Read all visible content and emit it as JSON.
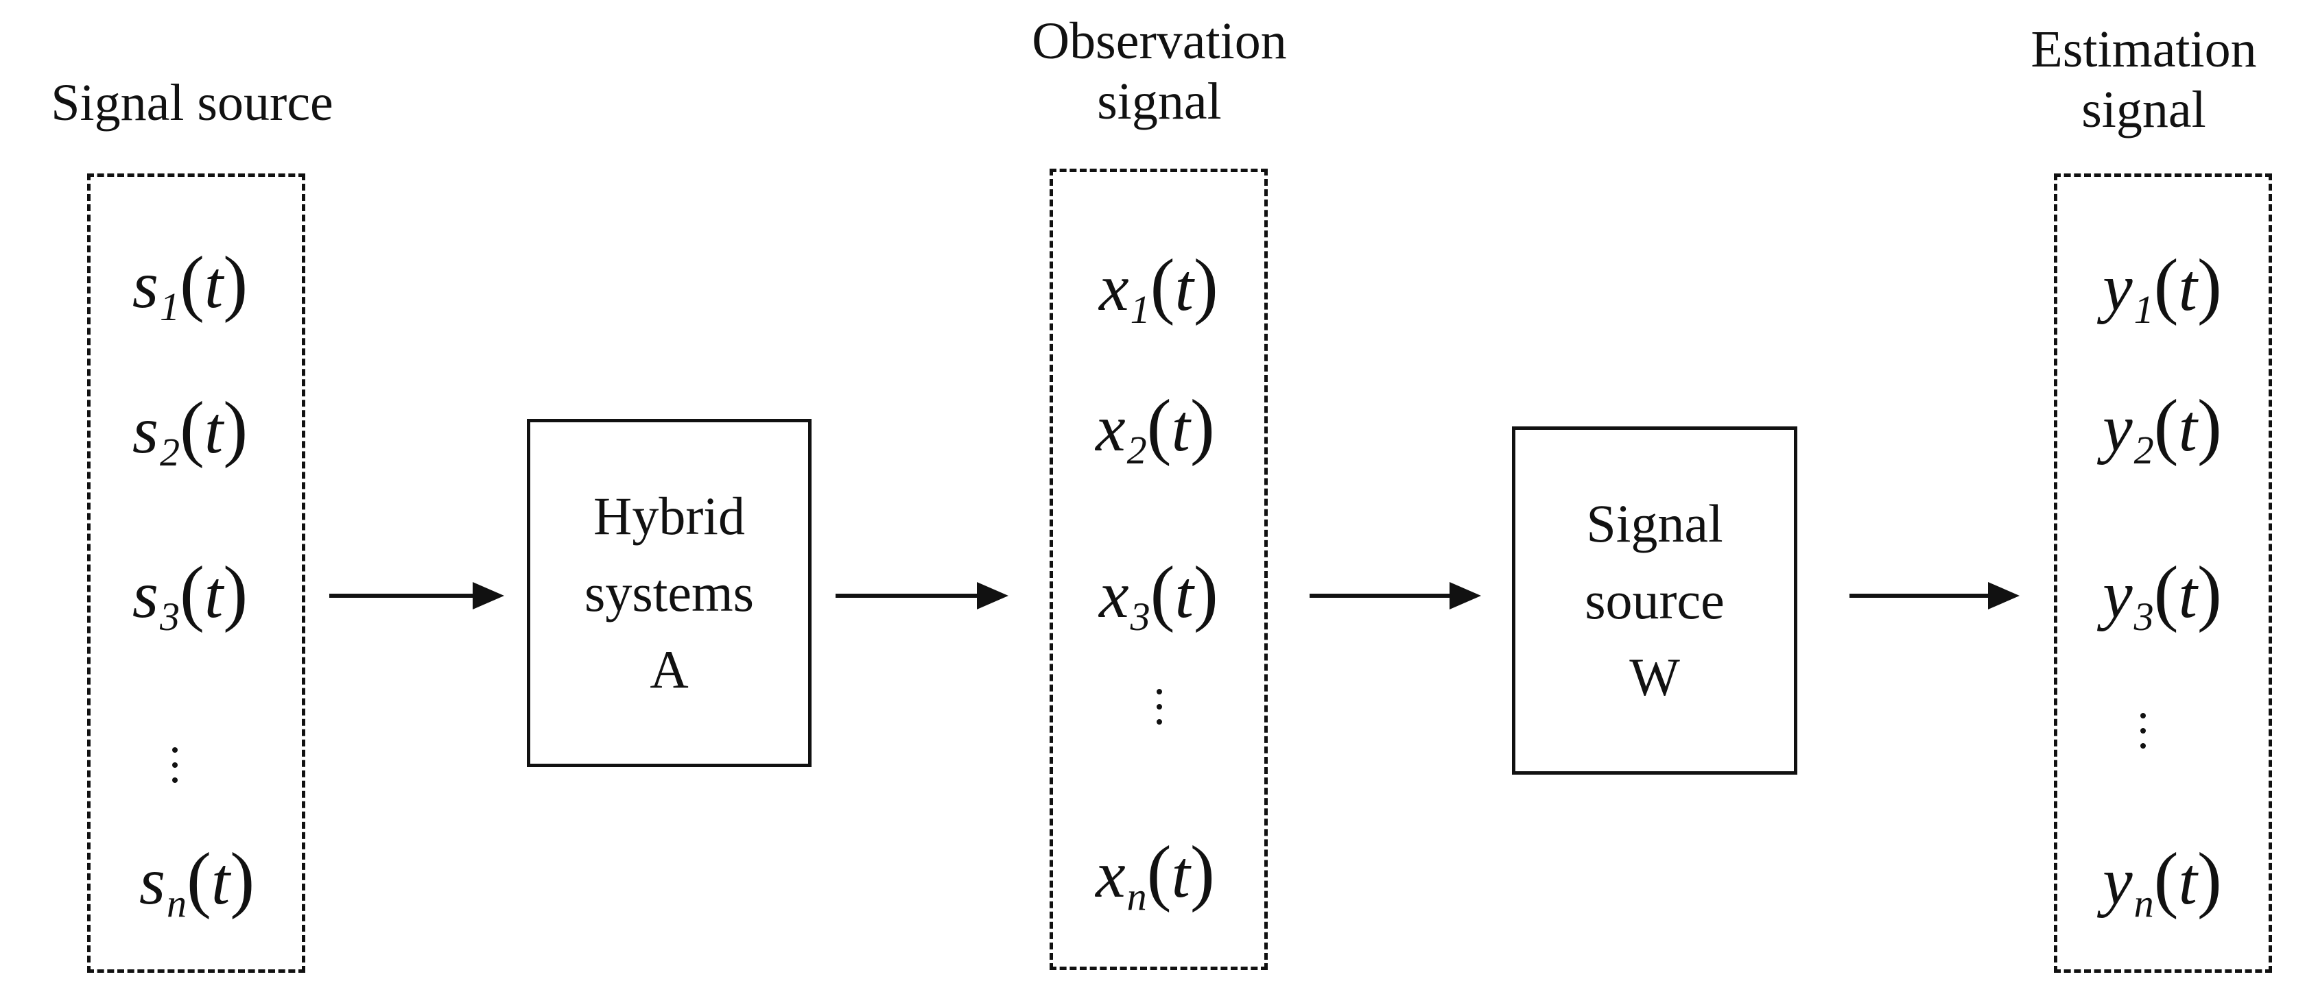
{
  "groups": {
    "source": {
      "title_lines": [
        "Signal source"
      ],
      "signals": [
        {
          "var": "s",
          "sub": "1",
          "arg": "t"
        },
        {
          "var": "s",
          "sub": "2",
          "arg": "t"
        },
        {
          "var": "s",
          "sub": "3",
          "arg": "t"
        },
        {
          "var": "s",
          "sub": "n",
          "arg": "t"
        }
      ]
    },
    "observation": {
      "title_lines": [
        "Observation",
        "signal"
      ],
      "signals": [
        {
          "var": "x",
          "sub": "1",
          "arg": "t"
        },
        {
          "var": "x",
          "sub": "2",
          "arg": "t"
        },
        {
          "var": "x",
          "sub": "3",
          "arg": "t"
        },
        {
          "var": "x",
          "sub": "n",
          "arg": "t"
        }
      ]
    },
    "estimation": {
      "title_lines": [
        "Estimation",
        "signal"
      ],
      "signals": [
        {
          "var": "y",
          "sub": "1",
          "arg": "t"
        },
        {
          "var": "y",
          "sub": "2",
          "arg": "t"
        },
        {
          "var": "y",
          "sub": "3",
          "arg": "t"
        },
        {
          "var": "y",
          "sub": "n",
          "arg": "t"
        }
      ]
    }
  },
  "blocks": {
    "mixing": {
      "lines": [
        "Hybrid",
        "systems",
        "A"
      ]
    },
    "separation": {
      "lines": [
        "Signal",
        "source",
        "W"
      ]
    }
  },
  "paren_open": "(",
  "paren_close": ")"
}
